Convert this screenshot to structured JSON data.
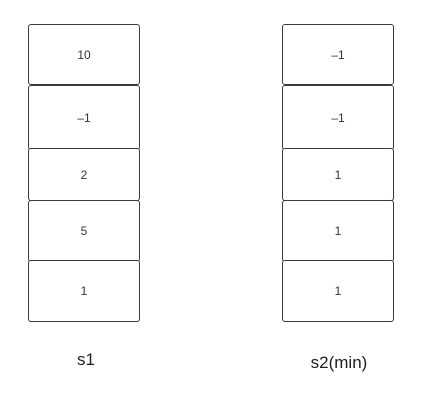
{
  "stacks": [
    {
      "label": "s1",
      "cells": [
        "10",
        "–1",
        "2",
        "5",
        "1"
      ]
    },
    {
      "label": "s2(min)",
      "cells": [
        "–1",
        "–1",
        "1",
        "1",
        "1"
      ]
    }
  ]
}
